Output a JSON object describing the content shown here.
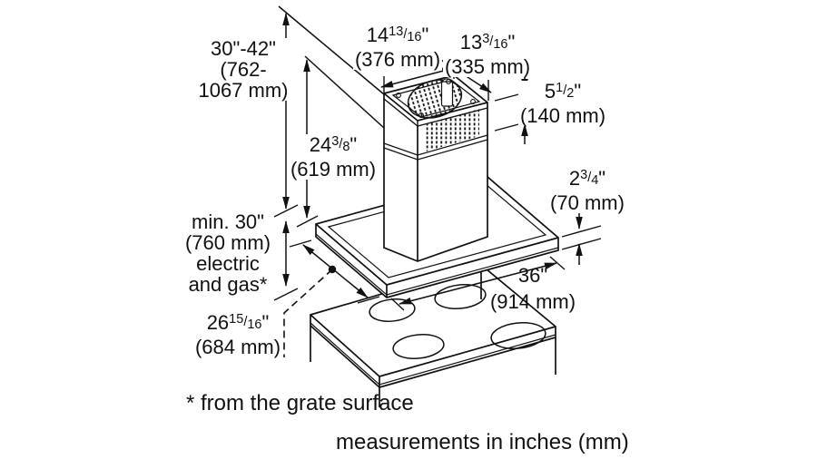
{
  "colors": {
    "line": "#111111",
    "background": "#ffffff"
  },
  "frac_slash": "/",
  "footnote": "* from the grate surface",
  "units_note": "measurements in inches (mm)",
  "dims": {
    "ceiling_height": {
      "line1": "30\"-42\"",
      "line2": "(762-",
      "line3": "1067 mm)"
    },
    "top_width": {
      "whole": "14",
      "num": "13",
      "den": "16",
      "suffix": "\"",
      "mm": "(376 mm)"
    },
    "top_depth": {
      "whole": "13",
      "num": "3",
      "den": "16",
      "suffix": "\"",
      "mm": "(335 mm)"
    },
    "upper_section_height": {
      "whole": "5",
      "num": "1",
      "den": "2",
      "suffix": "\"",
      "mm": "(140 mm)"
    },
    "chimney_height": {
      "whole": "24",
      "num": "3",
      "den": "8",
      "suffix": "\"",
      "mm": "(619 mm)"
    },
    "canopy_edge_height": {
      "whole": "2",
      "num": "3",
      "den": "4",
      "suffix": "\"",
      "mm": "(70 mm)"
    },
    "min_clearance": {
      "line1": "min. 30\"",
      "line2": "(760 mm)",
      "line3": "electric",
      "line4": "and gas*"
    },
    "canopy_width": {
      "inch": "36\"",
      "mm": "(914 mm)"
    },
    "canopy_depth": {
      "whole": "26",
      "num": "15",
      "den": "16",
      "suffix": "\"",
      "mm": "(684 mm)"
    }
  }
}
